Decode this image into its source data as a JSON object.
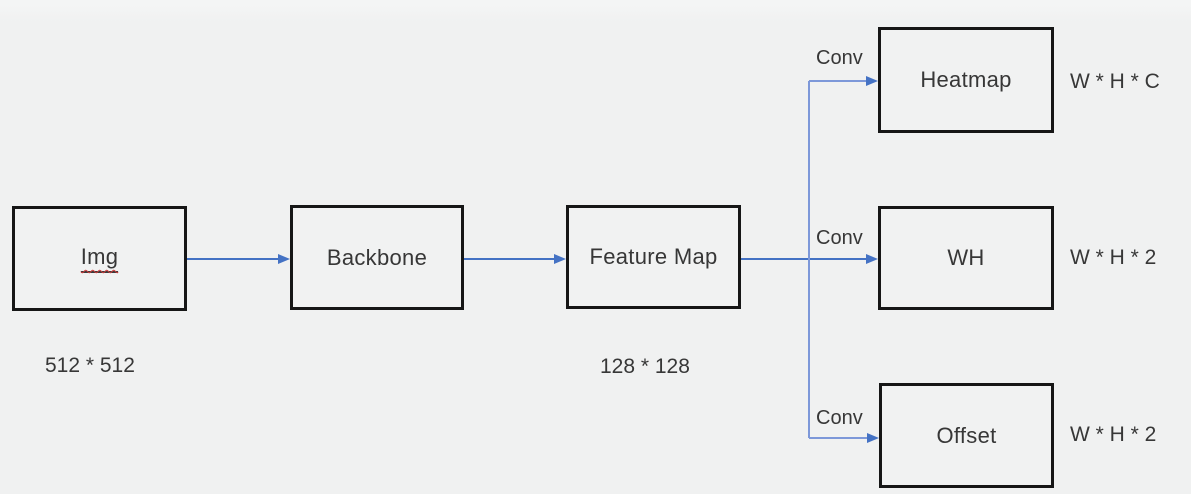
{
  "nodes": {
    "img": {
      "label": "Img",
      "size_label": "512 * 512"
    },
    "backbone": {
      "label": "Backbone"
    },
    "feature_map": {
      "label": "Feature Map",
      "size_label": "128 * 128"
    },
    "heatmap": {
      "label": "Heatmap",
      "shape_label": "W * H * C"
    },
    "wh": {
      "label": "WH",
      "shape_label": "W * H * 2"
    },
    "offset": {
      "label": "Offset",
      "shape_label": "W * H * 2"
    }
  },
  "edge_labels": {
    "conv_top": "Conv",
    "conv_middle": "Conv",
    "conv_bottom": "Conv"
  },
  "colors": {
    "background": "#f0f1f1",
    "box_fill": "#f1f2f2",
    "box_border": "#161616",
    "arrow_main": "#4472c4",
    "arrow_branch": "#7d98d9",
    "text": "#373737",
    "spellcheck_squiggle": "#cf3a3a"
  }
}
